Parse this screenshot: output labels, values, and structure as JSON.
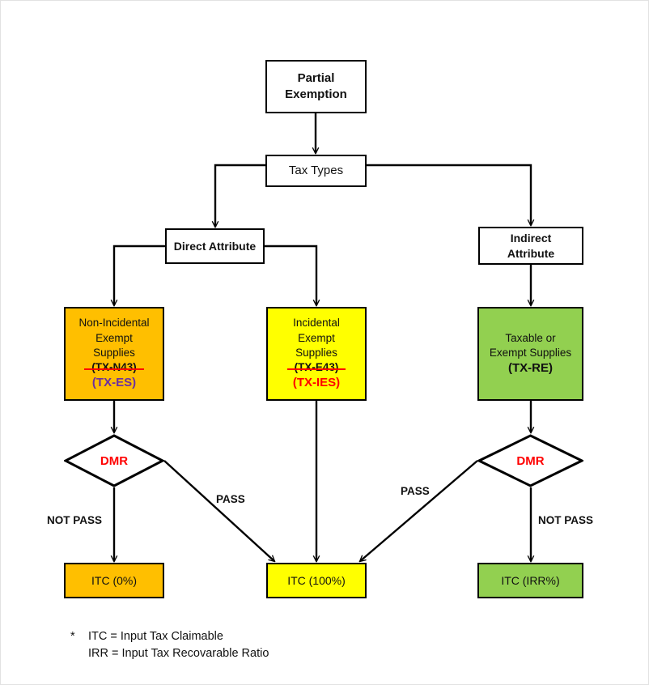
{
  "diagram": {
    "title": "Partial Exemption Tax Type Flowchart",
    "colors": {
      "orange": "#FFBF00",
      "yellow": "#FFFF00",
      "green": "#92D050",
      "red": "#FF0000",
      "purple": "#6B2FA0",
      "black": "#111111"
    }
  },
  "nodes": {
    "partial_exemption": {
      "line1": "Partial",
      "line2": "Exemption"
    },
    "tax_types": {
      "line1": "Tax Types"
    },
    "direct_attribute": {
      "line1": "Direct Attribute"
    },
    "indirect_attribute": {
      "line1": "Indirect",
      "line2": "Attribute"
    },
    "non_incidental_exempt": {
      "line1": "Non-Incidental",
      "line2": "Exempt",
      "line3": "Supplies",
      "old_code": "(TX-N43)",
      "new_code": "(TX-ES)"
    },
    "incidental_exempt": {
      "line1": "Incidental",
      "line2": "Exempt",
      "line3": "Supplies",
      "old_code": "(TX-E43)",
      "new_code": "(TX-IES)"
    },
    "taxable_or_exempt": {
      "line1": "Taxable or",
      "line2": "Exempt Supplies",
      "code": "(TX-RE)"
    },
    "dmr_left": {
      "label": "DMR"
    },
    "dmr_right": {
      "label": "DMR"
    },
    "itc_zero": {
      "label": "ITC (0%)"
    },
    "itc_hundred": {
      "label": "ITC (100%)"
    },
    "itc_irr": {
      "label": "ITC (IRR%)"
    }
  },
  "edge_labels": {
    "not_pass_left": "NOT PASS",
    "pass_left": "PASS",
    "pass_right": "PASS",
    "not_pass_right": "NOT PASS"
  },
  "legend": {
    "star": "*",
    "line1": "ITC = Input Tax Claimable",
    "line2": "IRR = Input Tax Recovarable Ratio"
  }
}
